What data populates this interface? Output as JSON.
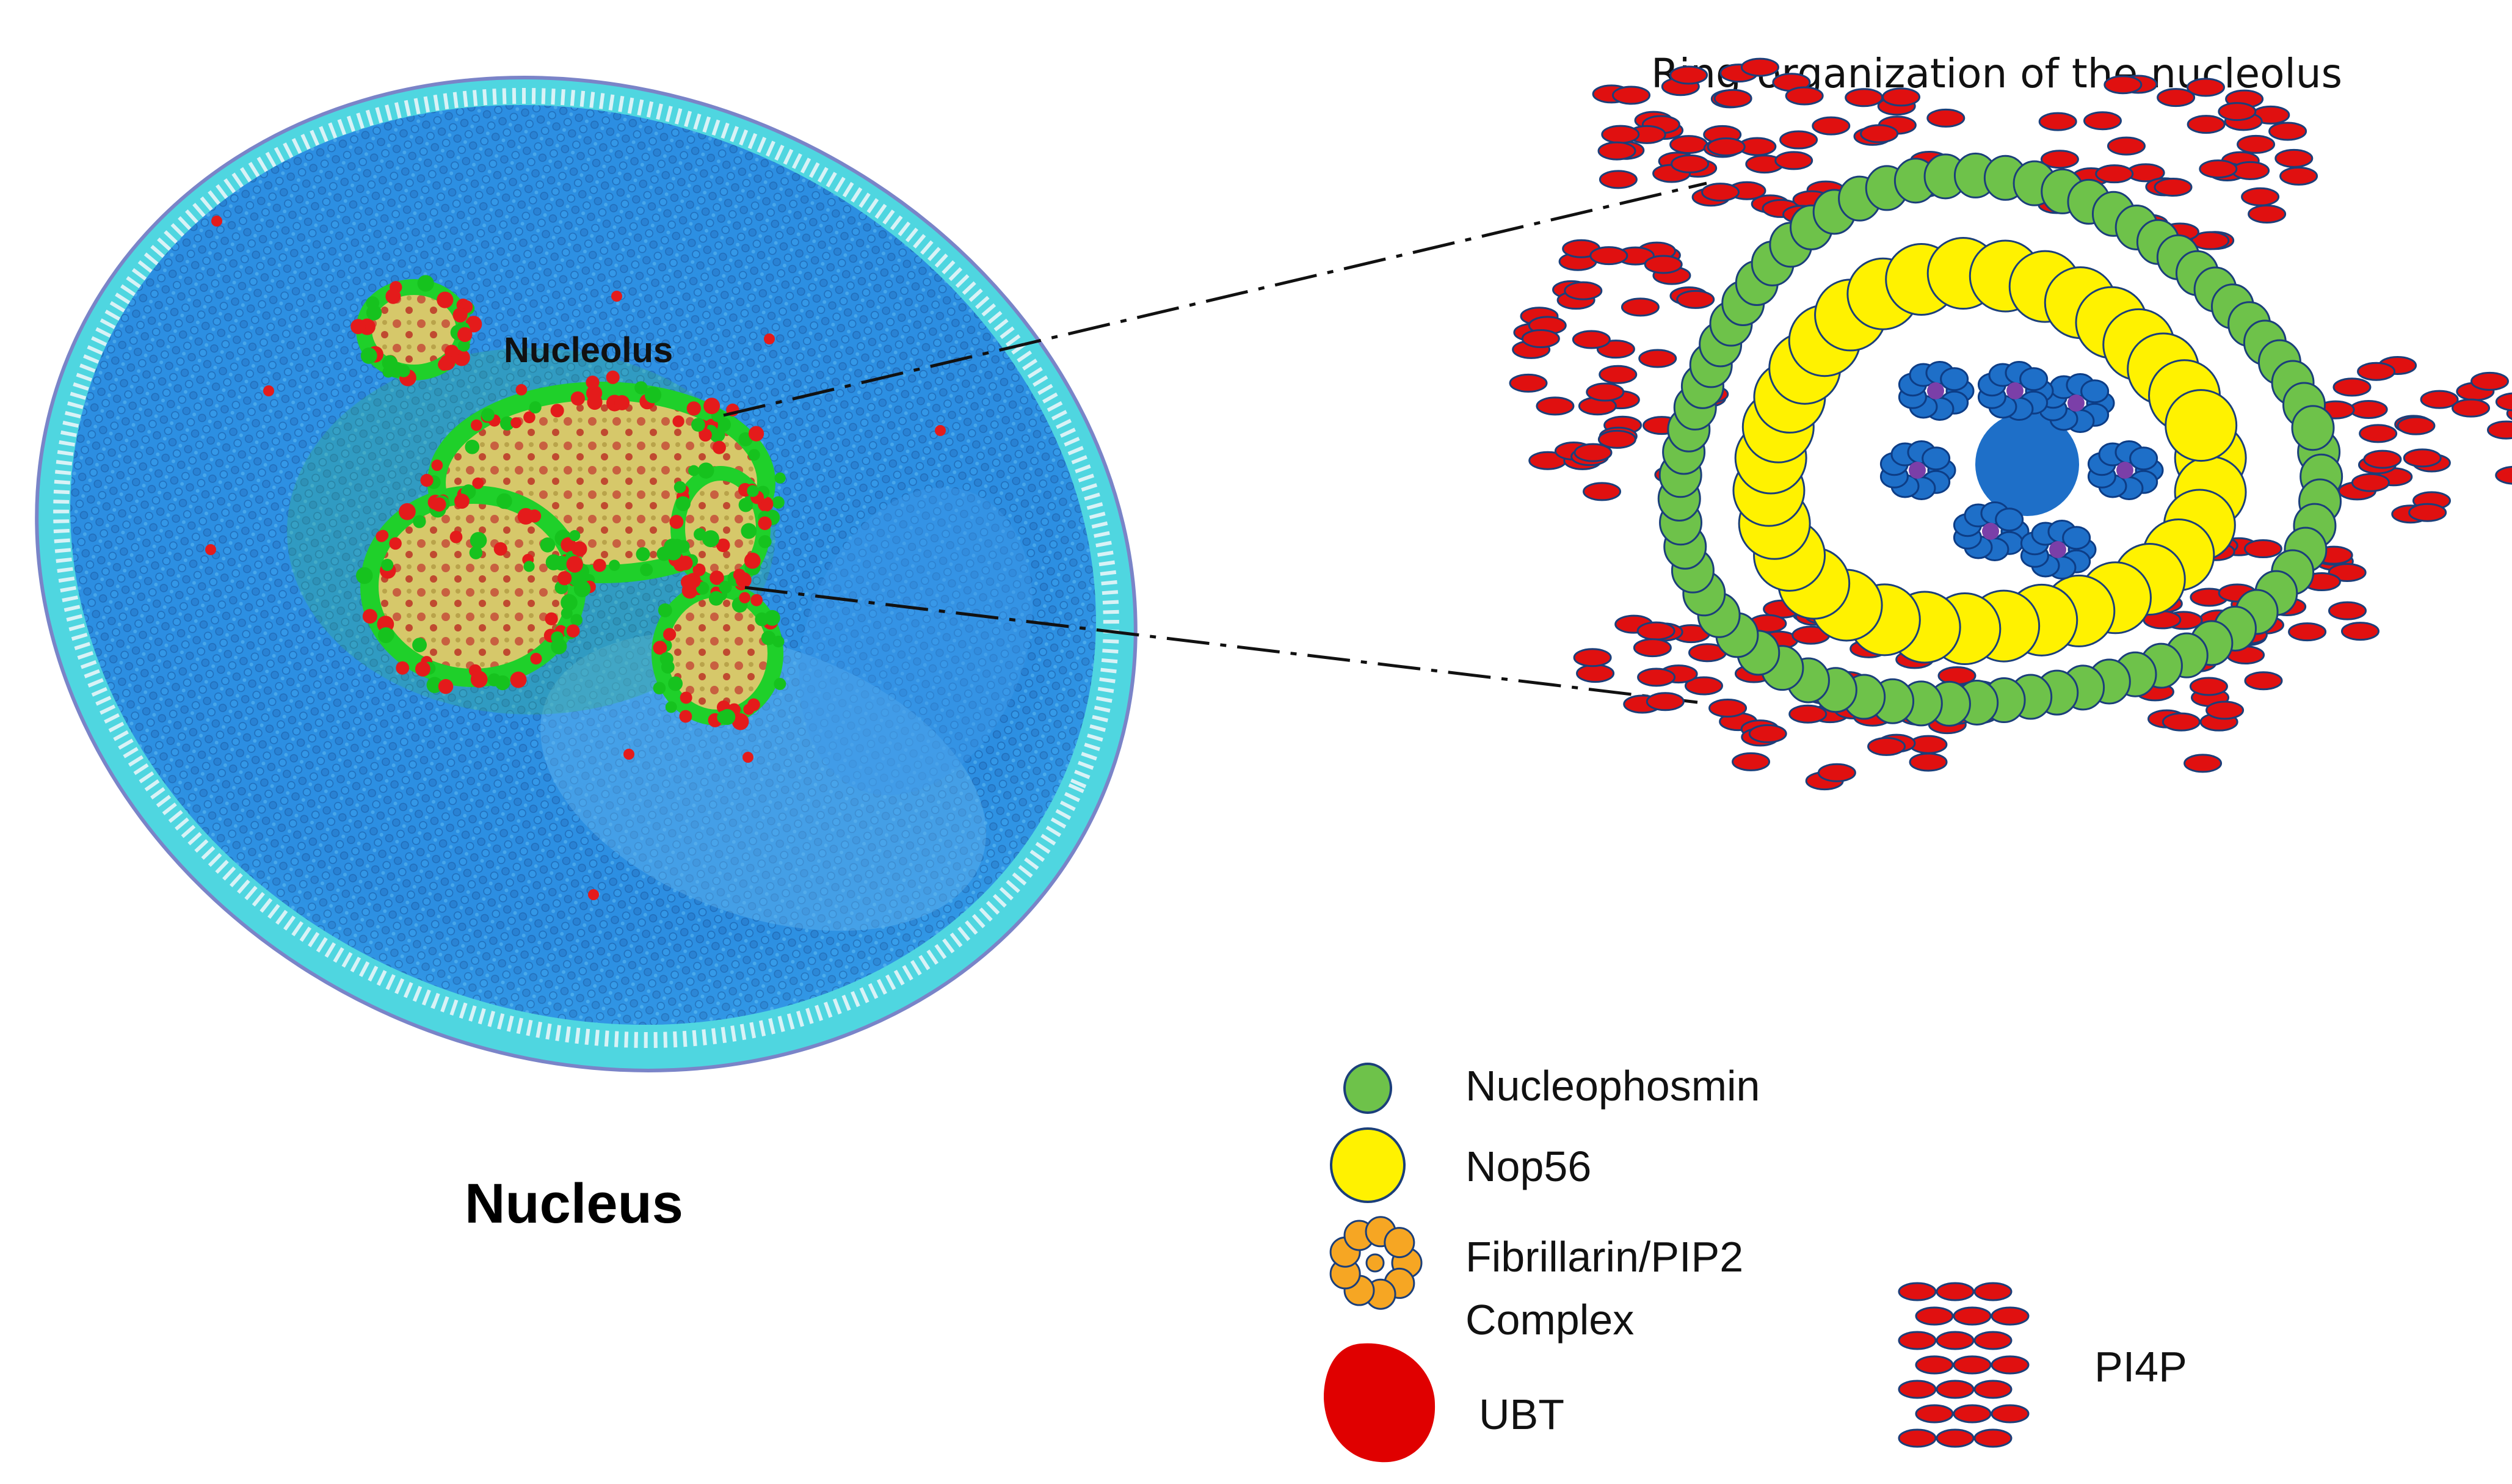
{
  "labels": {
    "nucleolus": "Nucleolus",
    "nucleus": "Nucleus",
    "ring_title": "Ring-organization of the nucleolus"
  },
  "legend": [
    {
      "key": "nucleophosmin",
      "label_lines": [
        "Nucleophosmin"
      ]
    },
    {
      "key": "nop56",
      "label_lines": [
        "Nop56"
      ]
    },
    {
      "key": "fibrillarin",
      "label_lines": [
        "Fibrillarin/PIP2",
        "Complex"
      ]
    },
    {
      "key": "ubt",
      "label_lines": [
        "UBT"
      ]
    },
    {
      "key": "pi4p",
      "label_lines": [
        "PI4P"
      ]
    }
  ],
  "colors": {
    "nucleophosmin": "#6ec24a",
    "nop56": "#fff200",
    "fibrillarin": "#f6a623",
    "fibrillarin_complex_in_ring": "#1e6fc8",
    "ubt": "#e00000",
    "pi4p": "#e01010",
    "nucleus_fill": "#2a90e0",
    "nucleus_rim": "#4fd6e0"
  }
}
